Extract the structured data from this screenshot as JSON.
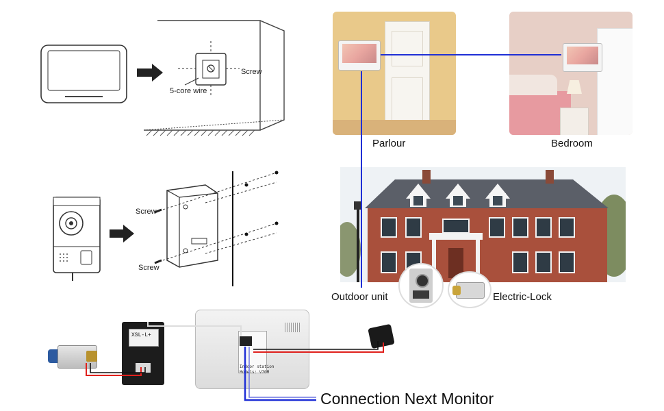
{
  "labels": {
    "screw_top": "Screw",
    "five_core_wire": "5-core wire",
    "screw_mid_top": "Screw",
    "screw_mid_bottom": "Screw",
    "parlour": "Parlour",
    "bedroom": "Bedroom",
    "outdoor_unit": "Outdoor unit",
    "electric_lock": "Electric-Lock",
    "connection_next_monitor": "Connection Next Monitor"
  },
  "panel_text": {
    "doorbell_panel": "XSL-L+",
    "monitor_back_line1": "Indoor station",
    "monitor_back_line2": "Models: V70M"
  },
  "colors": {
    "wire_blue": "#1f2fd6",
    "wire_red": "#e0201c",
    "wire_black": "#111111",
    "brick": "#a9503c",
    "roof": "#5b5f68",
    "parlour_wall": "#e9c98a",
    "bedroom_wall": "#e7cfc6"
  }
}
